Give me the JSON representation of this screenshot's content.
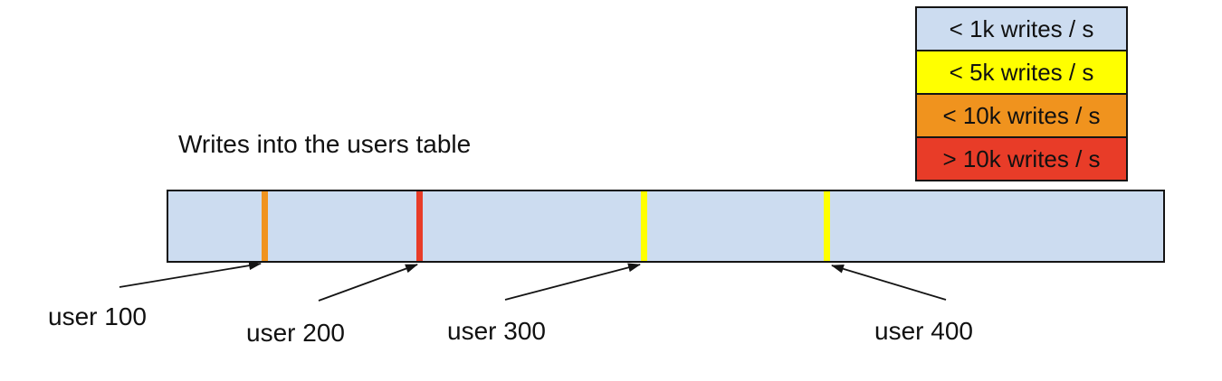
{
  "title": "Writes into the users table",
  "legend": {
    "items": [
      {
        "label": "< 1k writes / s",
        "color": "#ccdcf0"
      },
      {
        "label": "< 5k writes / s",
        "color": "#ffff00"
      },
      {
        "label": "< 10k writes / s",
        "color": "#f0931e"
      },
      {
        "label": "> 10k writes / s",
        "color": "#e83c28"
      }
    ]
  },
  "bar": {
    "fill": "#ccdcf0",
    "border_color": "#141414",
    "markers": [
      {
        "label": "user 100",
        "color": "#f0931e"
      },
      {
        "label": "user 200",
        "color": "#e83c28"
      },
      {
        "label": "user 300",
        "color": "#ffff00"
      },
      {
        "label": "user 400",
        "color": "#ffff00"
      }
    ]
  }
}
